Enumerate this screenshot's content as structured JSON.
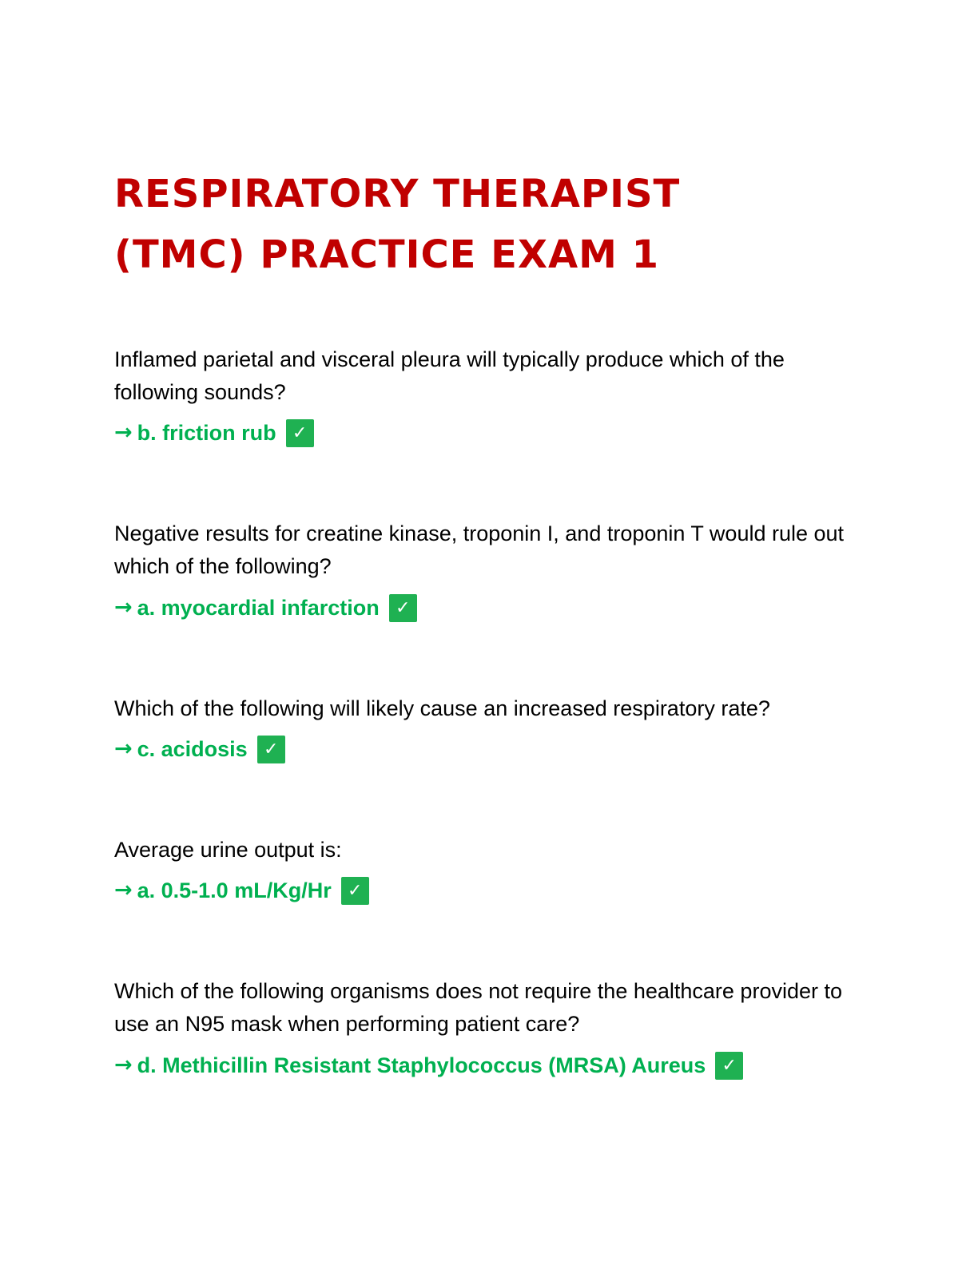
{
  "document": {
    "title_line1": "RESPIRATORY THERAPIST",
    "title_line2": "(TMC) PRACTICE EXAM 1",
    "arrow_glyph": "→",
    "check_icon": "check-mark-icon",
    "check_glyph": "✓",
    "colors": {
      "title": "#c00000",
      "answer": "#00b050",
      "check_bg": "#1fb152"
    },
    "items": [
      {
        "question": "Inflamed parietal and visceral pleura will typically produce which of the following sounds?",
        "answer": "b. friction rub"
      },
      {
        "question": "Negative results for creatine kinase, troponin I, and troponin T would rule out which of the following?",
        "answer": "a. myocardial infarction"
      },
      {
        "question": "Which of the following will likely cause an increased respiratory rate?",
        "answer": "c. acidosis"
      },
      {
        "question": "Average urine output is:",
        "answer": "a. 0.5-1.0 mL/Kg/Hr"
      },
      {
        "question": "Which of the following organisms does not require the healthcare provider to use an N95 mask when performing patient care?",
        "answer": "d. Methicillin Resistant Staphylococcus (MRSA) Aureus"
      }
    ]
  }
}
